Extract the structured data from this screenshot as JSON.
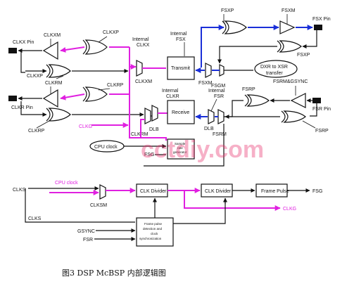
{
  "labels": {
    "clkx_pin": "CLKX Pin",
    "clkxm": "CLKXM",
    "clkxp_top": "CLKXP",
    "clkxp_mid": "CLKXP",
    "internal_clkx_1": "Internal",
    "internal_clkx_2": "CLKX",
    "clkxm_mux": "CLKXM",
    "transmit": "Transmit",
    "internal_fsx_1": "Internal",
    "internal_fsx_2": "FSX",
    "fsxp_top": "FSXP",
    "fsxm_top": "FSXM",
    "fsxp_right": "FSXP",
    "fsx_pin": "FSX Pin",
    "fsxm_mux": "FSXM",
    "fsgm": "FSGM",
    "dxr_1": "DXR to XSR",
    "dxr_2": "transfer",
    "clkr_pin": "CLKR Pin",
    "clkrm": "CLKRM",
    "clkrp_top": "CLKRP",
    "internal_clkr_1": "Internal",
    "internal_clkr_2": "CLKR",
    "internal_fsr_1": "Internal",
    "internal_fsr_2": "FSR",
    "fsrp_top": "FSRP",
    "fsrm_gsync": "FSRM&GSYNC",
    "receive": "Receive",
    "clkrp_bottom": "CLKRP",
    "clkg_top": "CLKG",
    "dlb_left": "DLB",
    "clkrm_mux": "CLKRM",
    "dlb_right": "DLB",
    "fsrm": "FSRM",
    "fsr_pin": "FSR Pin",
    "fsrp_bottom": "FSRP",
    "cpu_clock_top": "CPU clock",
    "sample_1": "Sample",
    "sample_2": "rate",
    "sample_3": "generator",
    "fsg_top": "FSG",
    "clks_top": "CLKS",
    "cpu_clock_bottom": "CPU clock",
    "clksm": "CLKSM",
    "clk_divider_1": "CLK Divider",
    "clk_divider_2": "CLK Divider",
    "frame_pulse": "Frame Pulse",
    "fsg_bottom": "FSG",
    "clkg_bottom": "CLKG",
    "clks_bottom": "CLKS",
    "gsync": "GSYNC",
    "fsr_bottom": "FSR",
    "fp_det_1": "Frame pulse",
    "fp_det_2": "detection and",
    "fp_det_3": "clock",
    "fp_det_4": "synchronization"
  },
  "watermark": "cctdiy.com",
  "caption": "图3   DSP   McBSP  内部逻辑图",
  "colors": {
    "clock_path": "#e020e0",
    "frame_path": "#1a2fd8",
    "wiring": "#111111",
    "watermark": "#e8326d"
  }
}
